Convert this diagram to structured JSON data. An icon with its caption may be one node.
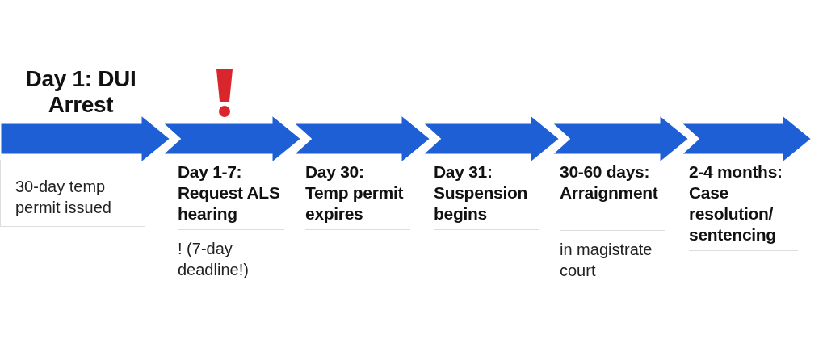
{
  "diagram": {
    "nodes": [
      {
        "text": [
          "Day 1: DUI Arrest",
          "30-day temp permit issued"
        ]
      },
      {
        "text": [
          "Day 1-7: Request ALS hearing"
        ],
        "beside": [
          "! (7-day deadline!)"
        ]
      },
      {
        "text": [
          "Day 30: Temp permit expires"
        ]
      },
      {
        "text": [
          "Day 31: Suspension begins"
        ]
      },
      {
        "text": [
          "30-60 days: Arraignment"
        ],
        "beside": [
          "in magistrate court"
        ]
      },
      {
        "text": [
          "2-4 months: Case resolution/ sentencing"
        ]
      }
    ],
    "edges": [
      {
        "from": 0,
        "to": 1,
        "arrow": "to",
        "color": "#1e5fd6"
      },
      {
        "from": 1,
        "to": 2,
        "arrow": "to",
        "color": "#1e5fd6"
      },
      {
        "from": 2,
        "to": 3,
        "arrow": "to",
        "color": "#1e5fd6"
      },
      {
        "from": 3,
        "to": 4,
        "arrow": "to",
        "color": "#1e5fd6"
      },
      {
        "from": 4,
        "to": 5,
        "arrow": "to",
        "color": "#1e5fd6"
      },
      {
        "from": 5,
        "to": null,
        "arrow": "to",
        "color": "#1e5fd6"
      }
    ]
  }
}
